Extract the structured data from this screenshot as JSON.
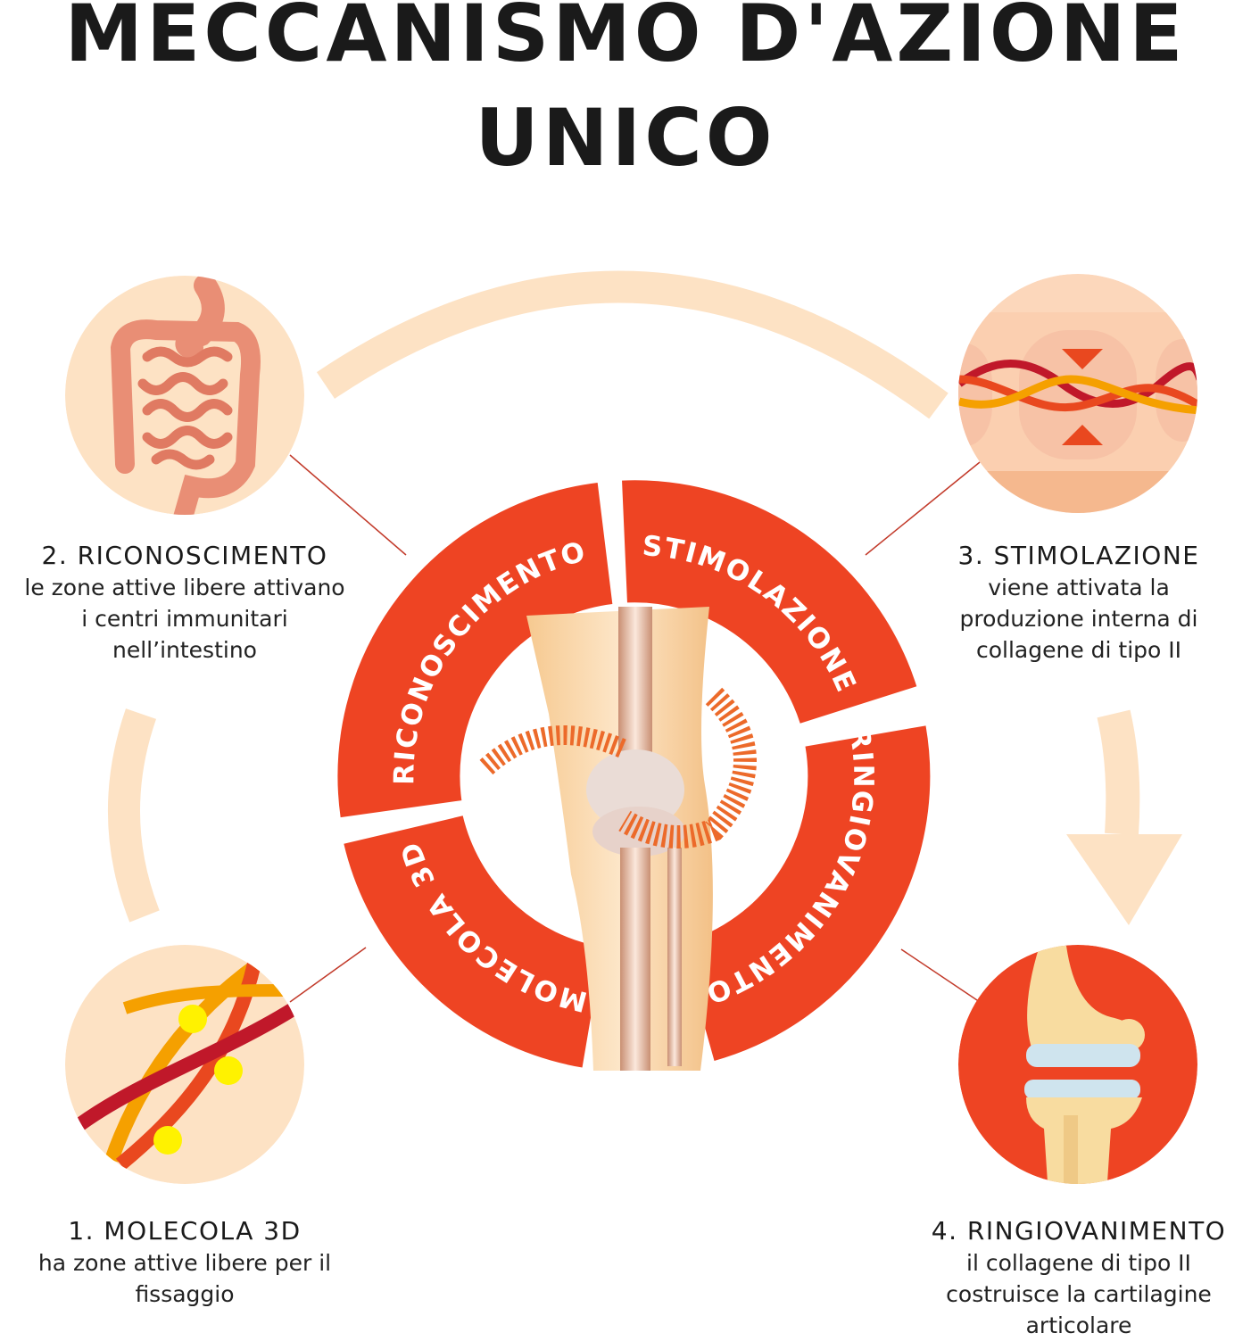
{
  "title": {
    "line1": "MECCANISMO D'AZIONE",
    "line2": "UNICO"
  },
  "ring": {
    "segments": [
      "RICONOSCIMENTO",
      "STIMOLAZIONE",
      "RINGIOVANIMENTO",
      "MOLECOLA 3D"
    ],
    "color": "#ee4423"
  },
  "steps": [
    {
      "heading": "1. MOLECOLA 3D",
      "lines": [
        "ha zone attive libere per il",
        "fissaggio"
      ]
    },
    {
      "heading": "2. RICONOSCIMENTO",
      "lines": [
        "le zone attive libere attivano",
        "i centri immunitari",
        "nell’intestino"
      ]
    },
    {
      "heading": "3. STIMOLAZIONE",
      "lines": [
        "viene attivata la",
        "produzione interna di",
        "collagene di tipo II"
      ]
    },
    {
      "heading": "4. RINGIOVANIMENTO",
      "lines": [
        "il collagene di tipo II",
        "costruisce la cartilagine",
        "articolare"
      ]
    }
  ],
  "colors": {
    "peach": "#fde2c4",
    "red": "#ee4423",
    "dark_red": "#c0182a",
    "orange": "#f5a000"
  }
}
